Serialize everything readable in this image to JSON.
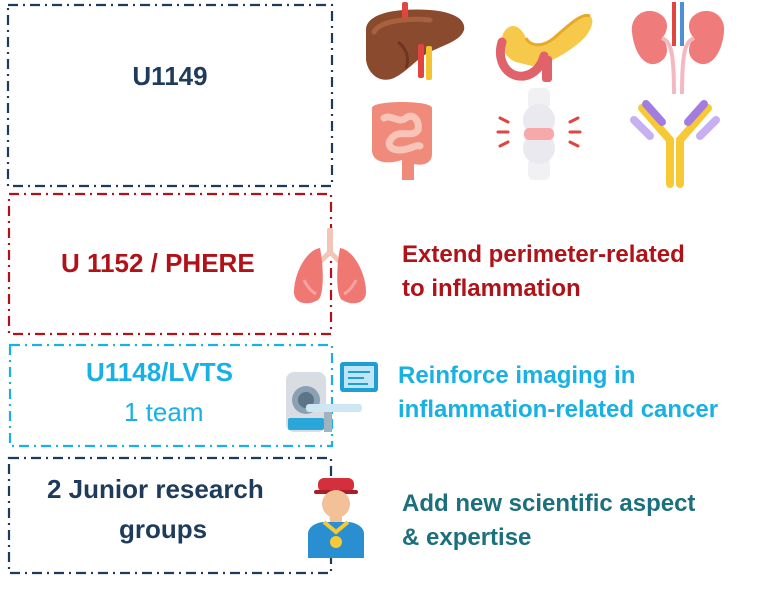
{
  "colors": {
    "navy": "#1f3b5c",
    "red": "#b01218",
    "cyan": "#18b1e5",
    "teal": "#1c6f7c"
  },
  "rows": [
    {
      "label": "U1149",
      "subtitle": "",
      "description": "",
      "icons": [
        "liver-icon",
        "pancreas-icon",
        "kidneys-icon",
        "intestine-icon",
        "joint-icon",
        "antibody-icon"
      ]
    },
    {
      "label": "U 1152 / PHERE",
      "subtitle": "",
      "description_lines": [
        "Extend perimeter-related",
        "to inflammation"
      ],
      "icons": [
        "lungs-icon"
      ]
    },
    {
      "label": "U1148/LVTS",
      "subtitle": "1 team",
      "description_lines": [
        "Reinforce imaging in",
        "inflammation-related cancer"
      ],
      "icons": [
        "mri-scanner-icon"
      ]
    },
    {
      "label_lines": [
        "2 Junior research",
        "groups"
      ],
      "subtitle": "",
      "description_lines": [
        "Add new scientific aspect",
        "& expertise"
      ],
      "icons": [
        "researcher-icon"
      ]
    }
  ]
}
